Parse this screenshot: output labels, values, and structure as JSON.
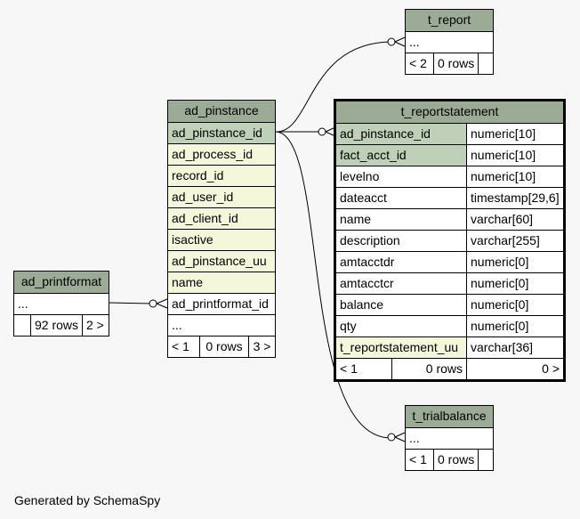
{
  "tables": {
    "t_report": {
      "title": "t_report",
      "ellipsis": "...",
      "nav_prev": "< 2",
      "rows": "0 rows",
      "nav_next": ""
    },
    "ad_pinstance": {
      "title": "ad_pinstance",
      "columns": [
        "ad_pinstance_id",
        "ad_process_id",
        "record_id",
        "ad_user_id",
        "ad_client_id",
        "isactive",
        "ad_pinstance_uu",
        "name",
        "ad_printformat_id"
      ],
      "ellipsis": "...",
      "nav_prev": "< 1",
      "rows": "0 rows",
      "nav_next": "3 >"
    },
    "t_reportstatement": {
      "title": "t_reportstatement",
      "columns": [
        {
          "name": "ad_pinstance_id",
          "type": "numeric[10]"
        },
        {
          "name": "fact_acct_id",
          "type": "numeric[10]"
        },
        {
          "name": "levelno",
          "type": "numeric[10]"
        },
        {
          "name": "dateacct",
          "type": "timestamp[29,6]"
        },
        {
          "name": "name",
          "type": "varchar[60]"
        },
        {
          "name": "description",
          "type": "varchar[255]"
        },
        {
          "name": "amtacctdr",
          "type": "numeric[0]"
        },
        {
          "name": "amtacctcr",
          "type": "numeric[0]"
        },
        {
          "name": "balance",
          "type": "numeric[0]"
        },
        {
          "name": "qty",
          "type": "numeric[0]"
        },
        {
          "name": "t_reportstatement_uu",
          "type": "varchar[36]"
        }
      ],
      "nav_prev": "< 1",
      "rows": "0 rows",
      "nav_next": "0 >"
    },
    "ad_printformat": {
      "title": "ad_printformat",
      "ellipsis": "...",
      "nav_prev": "",
      "rows": "92 rows",
      "nav_next": "2 >"
    },
    "t_trialbalance": {
      "title": "t_trialbalance",
      "ellipsis": "...",
      "nav_prev": "< 1",
      "rows": "0 rows",
      "nav_next": ""
    }
  },
  "footer": "Generated by SchemaSpy",
  "colors": {
    "header": "#9bab96",
    "primary_key": "#bed1b8",
    "indexed": "#f4f7da",
    "background": "#f7f7f7"
  }
}
